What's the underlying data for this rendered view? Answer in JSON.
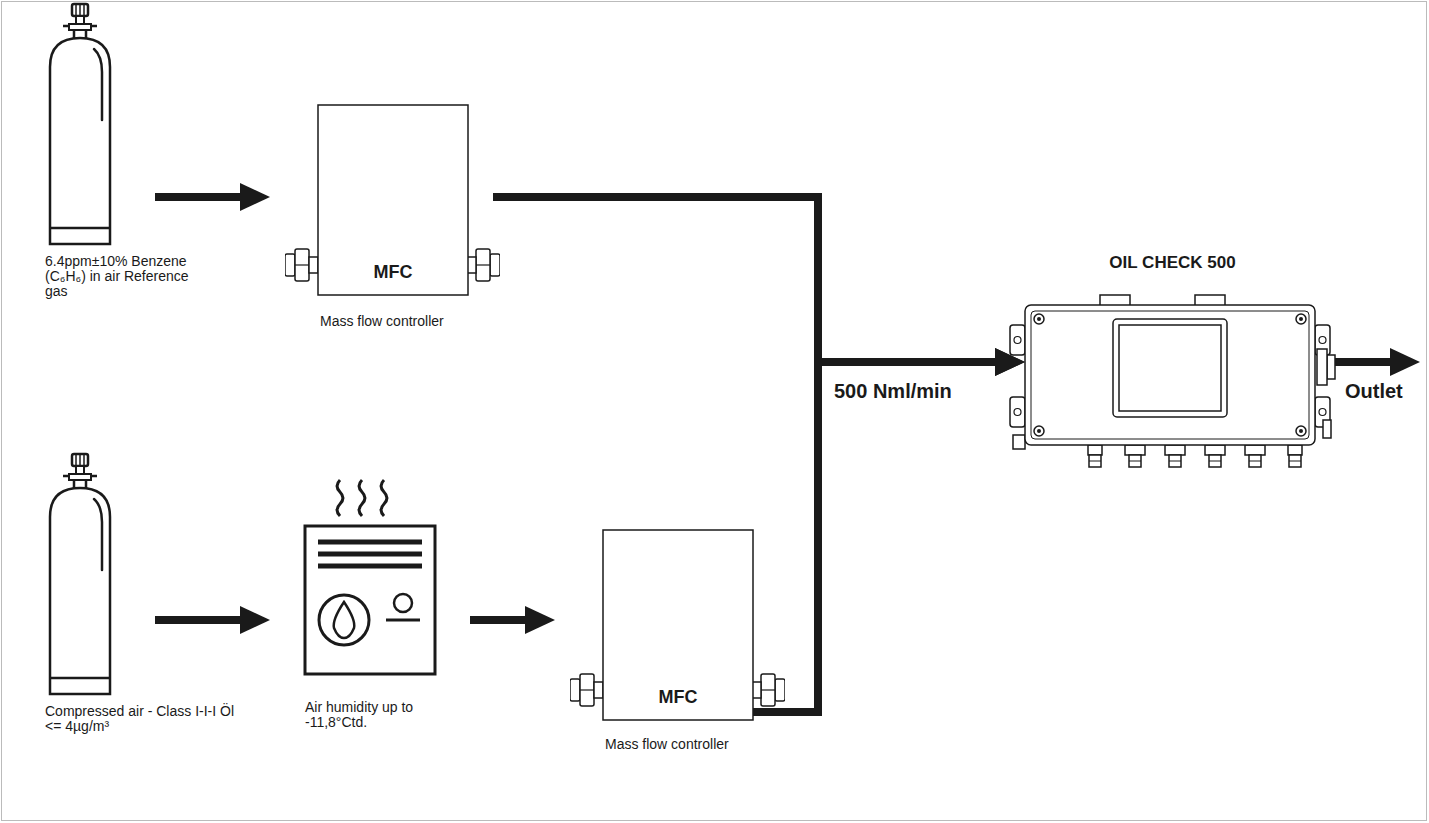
{
  "diagram": {
    "nodes": [
      {
        "text": [
          "6.4ppm±10% Benzene (C₆H₆) in air Reference gas"
        ]
      },
      {
        "text": [
          "MFC",
          "Mass flow controller"
        ]
      },
      {
        "text": [
          "OIL CHECK 500"
        ]
      },
      {
        "text": [
          "Compressed air - Class I-I-I Öl <= 4µg/m³"
        ]
      },
      {
        "text": [
          "Air humidity up to -11,8°Ctd."
        ]
      },
      {
        "text": [
          "MFC",
          "Mass flow controller"
        ]
      }
    ],
    "edges": [
      {
        "from": 0,
        "to": 1,
        "arrow": "to"
      },
      {
        "from": 3,
        "to": 4,
        "arrow": "to"
      },
      {
        "from": 4,
        "to": 5,
        "arrow": "to"
      },
      {
        "from": 1,
        "to": 2,
        "arrow": "to",
        "label": "500 Nml/min"
      },
      {
        "from": 5,
        "to": 2,
        "arrow": "to"
      }
    ],
    "labels": [
      "Outlet"
    ]
  }
}
